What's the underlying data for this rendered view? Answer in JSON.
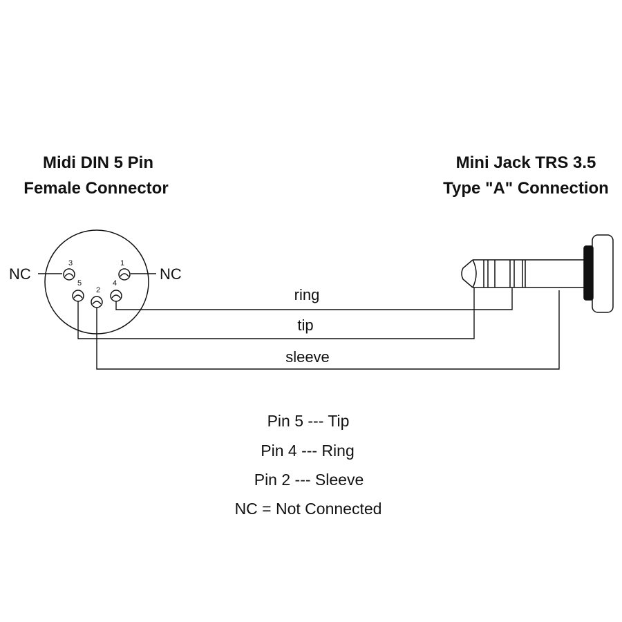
{
  "din": {
    "title_line1": "Midi DIN 5 Pin",
    "title_line2": "Female Connector",
    "nc_left": "NC",
    "nc_right": "NC",
    "pins": [
      "1",
      "2",
      "3",
      "4",
      "5"
    ]
  },
  "jack": {
    "title_line1": "Mini Jack TRS 3.5",
    "title_line2": "Type \"A\" Connection"
  },
  "wires": {
    "ring": "ring",
    "tip": "tip",
    "sleeve": "sleeve"
  },
  "legend": [
    "Pin 5 --- Tip",
    "Pin 4 --- Ring",
    "Pin 2 --- Sleeve",
    "NC = Not Connected"
  ]
}
